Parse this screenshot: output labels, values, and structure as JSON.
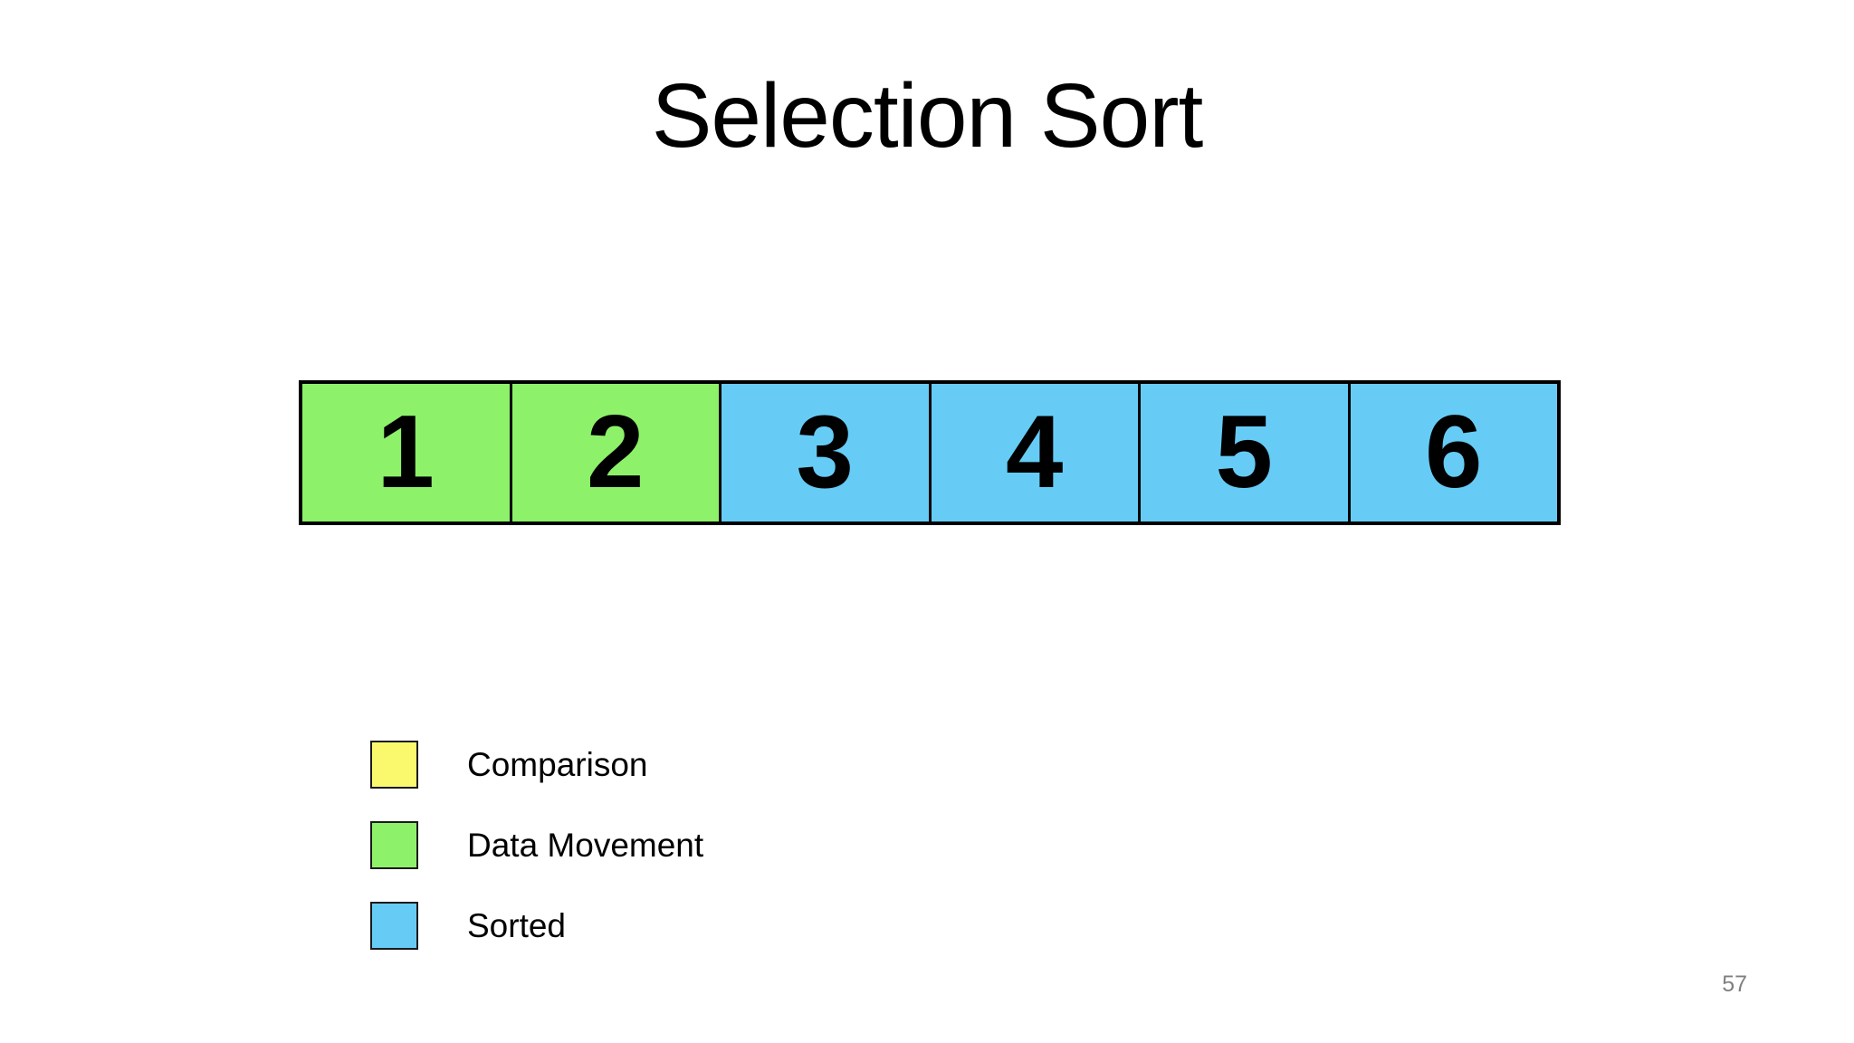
{
  "slide": {
    "title": "Selection Sort",
    "page_number": "57"
  },
  "array": {
    "cells": [
      {
        "value": "1",
        "state": "data_movement"
      },
      {
        "value": "2",
        "state": "data_movement"
      },
      {
        "value": "3",
        "state": "sorted"
      },
      {
        "value": "4",
        "state": "sorted"
      },
      {
        "value": "5",
        "state": "sorted"
      },
      {
        "value": "6",
        "state": "sorted"
      }
    ]
  },
  "legend": {
    "items": [
      {
        "key": "comparison",
        "label": "Comparison",
        "color": "#FAF96E"
      },
      {
        "key": "data_movement",
        "label": "Data Movement",
        "color": "#8DF16A"
      },
      {
        "key": "sorted",
        "label": "Sorted",
        "color": "#66CCF5"
      }
    ]
  },
  "colors": {
    "comparison": "#FAF96E",
    "data_movement": "#8DF16A",
    "sorted": "#66CCF5",
    "border": "#000000",
    "title_text": "#000000",
    "page_number_text": "#7F7F7F",
    "background": "#FFFFFF"
  }
}
